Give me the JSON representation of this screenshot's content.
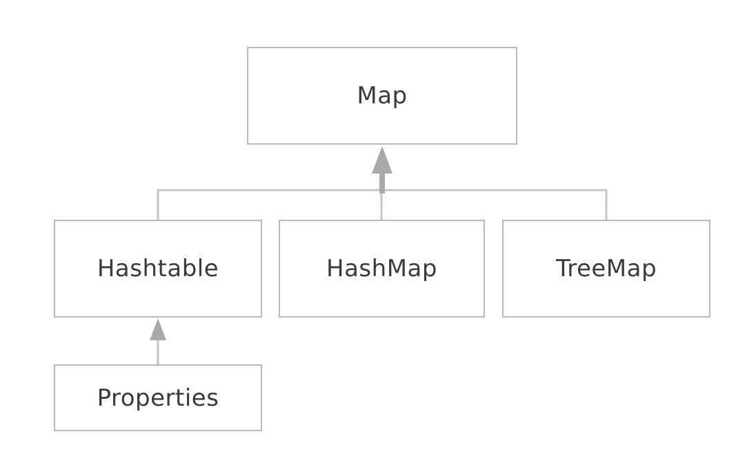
{
  "colors": {
    "box_border": "#b8b8b8",
    "line": "#c4c4c4",
    "arrow": "#a9a9a9",
    "text": "#3a3a3a"
  },
  "nodes": {
    "map": "Map",
    "hashtable": "Hashtable",
    "hashmap": "HashMap",
    "treemap": "TreeMap",
    "properties": "Properties"
  },
  "relations": [
    {
      "from": "hashtable",
      "to": "map",
      "type": "inheritance-arrow"
    },
    {
      "from": "hashmap",
      "to": "map",
      "type": "inheritance-arrow"
    },
    {
      "from": "treemap",
      "to": "map",
      "type": "inheritance-arrow"
    },
    {
      "from": "properties",
      "to": "hashtable",
      "type": "inheritance-arrow"
    }
  ]
}
